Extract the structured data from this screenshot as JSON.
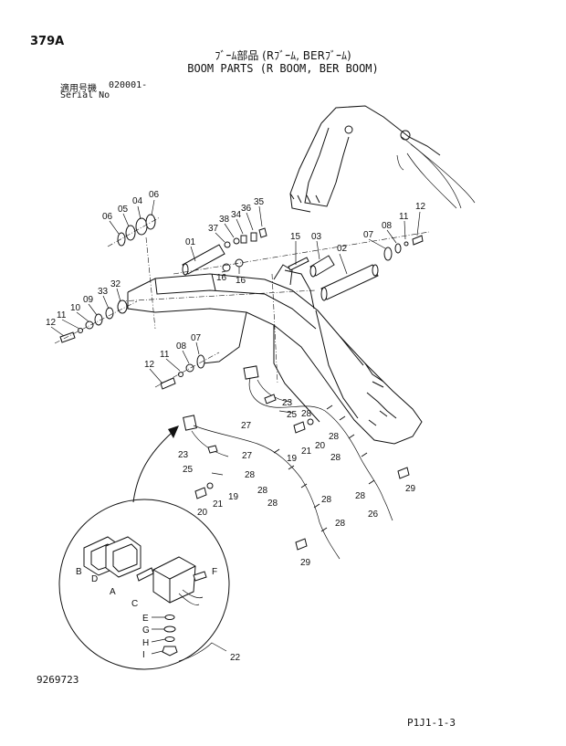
{
  "header": {
    "page_no": "379A",
    "title_jp": "ﾌﾞｰﾑ部品 (Rﾌﾞｰﾑ, BERﾌﾞｰﾑ)",
    "title_en": "BOOM PARTS (R BOOM, BER BOOM)",
    "serial_label_jp": "適用号機",
    "serial_value": "020001-",
    "serial_label_en": "Serial No"
  },
  "footer": {
    "drawing_no": "9269723",
    "page_code": "P1J1-1-3"
  },
  "callouts": {
    "c06a": "06",
    "c05": "05",
    "c04": "04",
    "c06b": "06",
    "c38": "38",
    "c37": "37",
    "c34": "34",
    "c36": "36",
    "c35": "35",
    "c01": "01",
    "c16a": "16",
    "c16b": "16",
    "c15": "15",
    "c03": "03",
    "c02": "02",
    "c07a": "07",
    "c08a": "08",
    "c12a": "12",
    "c11a": "11",
    "c32": "32",
    "c33": "33",
    "c09a": "09",
    "c10": "10",
    "c11b": "11",
    "c12b": "12",
    "c07b": "07",
    "c08b": "08",
    "c11c": "11",
    "c12c": "12",
    "c23a": "23",
    "c25a": "25",
    "c27a": "27",
    "c28a": "28",
    "c20a": "20",
    "c21a": "21",
    "c19a": "19",
    "c28b": "28",
    "c23b": "23",
    "c25b": "25",
    "c27b": "27",
    "c28c": "28",
    "c28d": "28",
    "c19b": "19",
    "c21b": "21",
    "c20b": "20",
    "c28e": "28",
    "c28f": "28",
    "c28g": "28",
    "c26": "26",
    "c29a": "29",
    "c28h": "28",
    "c29b": "29",
    "cB": "B",
    "cD": "D",
    "cA": "A",
    "cC": "C",
    "cF": "F",
    "cE": "E",
    "cG": "G",
    "cH": "H",
    "cI": "I",
    "c22": "22"
  }
}
